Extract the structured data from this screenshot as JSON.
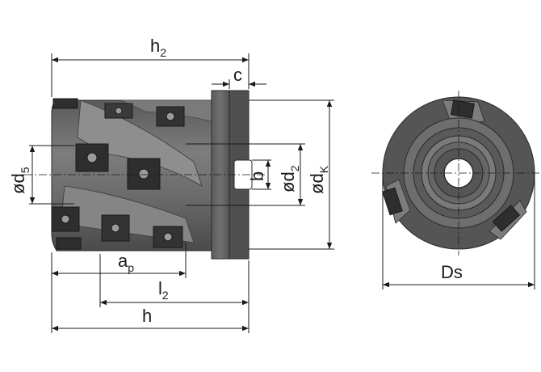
{
  "colors": {
    "body_dark": "#4a4a4a",
    "body_mid": "#6b6b6b",
    "body_light": "#8c8c8c",
    "insert": "#2e2e2e",
    "insert_face": "#9a9a9a",
    "line": "#1a1a1a",
    "background": "#ffffff"
  },
  "dimensions": {
    "h2": {
      "main": "h",
      "sub": "2"
    },
    "c": {
      "main": "c"
    },
    "d5": {
      "prefix": "ø",
      "main": "d",
      "sub": "5"
    },
    "b": {
      "main": "b"
    },
    "d2": {
      "prefix": "ø",
      "main": "d",
      "sub": "2"
    },
    "dK": {
      "prefix": "ø",
      "main": "d",
      "sub": "K"
    },
    "ap": {
      "main": "a",
      "sub": "p"
    },
    "l2": {
      "main": "l",
      "sub": "2"
    },
    "h": {
      "main": "h"
    },
    "Ds": {
      "main": "Ds"
    }
  },
  "icons": [
    "side-view-cutter-body",
    "front-view-cutter-disc",
    "indexable-insert"
  ]
}
